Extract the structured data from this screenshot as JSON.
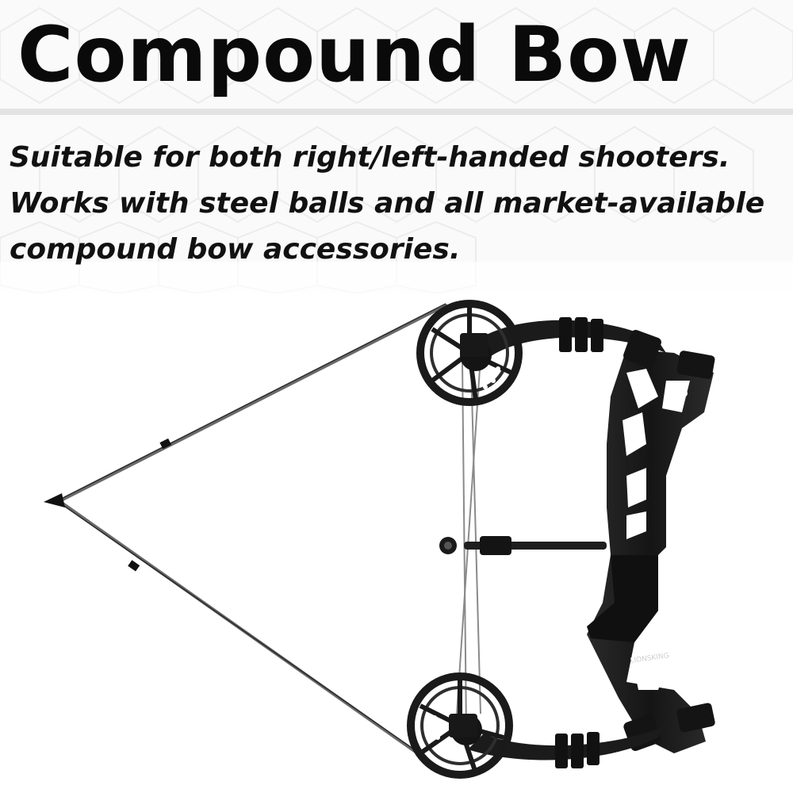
{
  "header": {
    "title": "Compound Bow"
  },
  "description": {
    "lines": [
      "Suitable for both right/left-handed shooters.",
      "Works with steel balls and all market-available",
      "compound bow accessories."
    ]
  },
  "product": {
    "image_icon": "compound-bow-icon",
    "brand_mark": "LIONSKING",
    "colors": {
      "body": "#1a1a1a",
      "highlight": "#3a3a3a",
      "string": "#5a5a5a",
      "background": "#ffffff"
    }
  }
}
